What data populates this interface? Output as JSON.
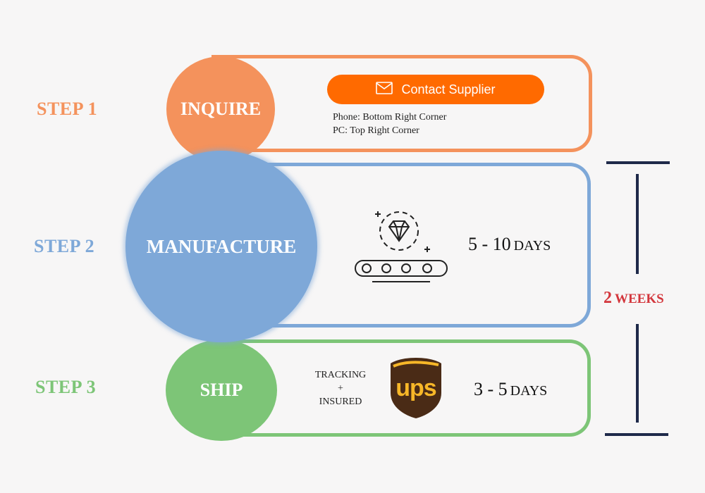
{
  "colors": {
    "orange": "#f4925c",
    "blue": "#7ea8d8",
    "green": "#7dc577",
    "navy": "#1f2a4a",
    "red": "#d3363c",
    "button": "#ff6a00",
    "ups_brown": "#4a2b16",
    "ups_gold": "#f7b728"
  },
  "steps": [
    {
      "label": "STEP 1",
      "circle": "INQUIRE"
    },
    {
      "label": "STEP 2",
      "circle": "MANUFACTURE"
    },
    {
      "label": "STEP 3",
      "circle": "SHIP"
    }
  ],
  "inquire": {
    "button_label": "Contact Supplier",
    "button_icon": "mail-icon",
    "lines": [
      "Phone: Bottom Right Corner",
      "PC: Top Right Corner"
    ]
  },
  "manufacture": {
    "icon": "diamond-conveyor-icon",
    "num": "5 - 10",
    "unit": "DAYS"
  },
  "ship": {
    "tracking": [
      "TRACKING",
      "+",
      "INSURED"
    ],
    "logo_text": "ups",
    "num": "3 - 5",
    "unit": "DAYS"
  },
  "total": {
    "num": "2",
    "unit": "WEEKS"
  }
}
